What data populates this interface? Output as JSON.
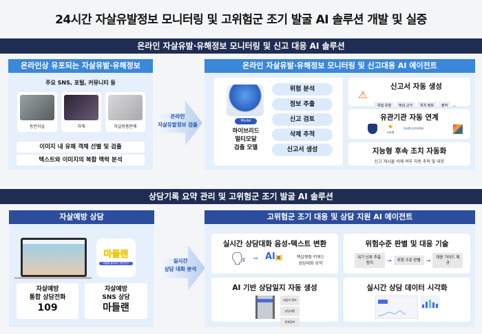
{
  "title": "24시간 자살유발정보 모니터링 및 고위험군 조기 발굴 AI 솔루션 개발 및 실증",
  "section1": {
    "bar": "온라인 자살유발·유해정보 모니터링 및 신고 대응 AI 솔루션",
    "left": {
      "header": "온라인상 유포되는 자살유발·유해정보",
      "subtitle": "주요 SNS, 포털, 커뮤니티 등",
      "images": [
        {
          "label": "동반자살"
        },
        {
          "label": "자해"
        },
        {
          "label": "자살용품판매"
        }
      ],
      "features": [
        "이미지 내 유해 객체 선별 및 검출",
        "텍스트와 이미지의 복합 맥락 분석"
      ]
    },
    "arrow": [
      "온라인",
      "자살유발정보 검출"
    ],
    "right": {
      "header": "온라인 자살유발·유해정보 모니터링 및 신고대응 AI 에이전트",
      "model_badge": "Model",
      "model_label": [
        "하이브리드",
        "멀티모달",
        "검출 모델"
      ],
      "steps": [
        "위험 분석",
        "정보 추출",
        "신고 검토",
        "삭제 추적",
        "신고서 생성"
      ],
      "cards": [
        {
          "title": "신고서 자동 생성",
          "tags": [
            "위험 유형",
            "핵심 근거",
            "위치 정보",
            "출처",
            "..."
          ]
        },
        {
          "title": "유관기관 자동 연계",
          "logos": [
            "경찰청",
            "소방청",
            "방송통신심의위원회",
            "SNS"
          ]
        },
        {
          "title": "지능형 후속 조치 자동화",
          "desc": "신고 게시물 삭제 여부 자동 추적 및 대응"
        }
      ]
    }
  },
  "section2": {
    "bar": "상담기록 요약 관리 및 고위험군 조기 발굴 AI 솔루션",
    "left": {
      "header": "자살예방 상담",
      "app_logo": "마들랜",
      "app_tagline": "마음을 들어주는 랜선친구",
      "services": [
        {
          "line1": "자살예방",
          "line2": "통합 상담전화",
          "name": "109"
        },
        {
          "line1": "자살예방",
          "line2": "SNS 상담",
          "name": "마들랜"
        }
      ]
    },
    "arrow": [
      "실시간",
      "상담 대화 분석"
    ],
    "right": {
      "header": "고위험군 조기 대응 및 상담 지원 AI 에이전트",
      "cards": [
        {
          "title": "실시간 상담대화 음성-텍스트 변환",
          "desc": [
            "핵심쟁점·키워드",
            "상담대화 요약"
          ]
        },
        {
          "title": "위험수준 판별 및 대응 기술",
          "flow": [
            "위기 신호 추출·탐지",
            "위험 수준 판별",
            "대응 가이드 제공"
          ]
        },
        {
          "title": "AI 기반 상담일지 자동 생성",
          "items": [
            "내담자 정보",
            "상담내용",
            "연계정보"
          ]
        },
        {
          "title": "실시간 상담 데이터 시각화"
        }
      ]
    }
  }
}
